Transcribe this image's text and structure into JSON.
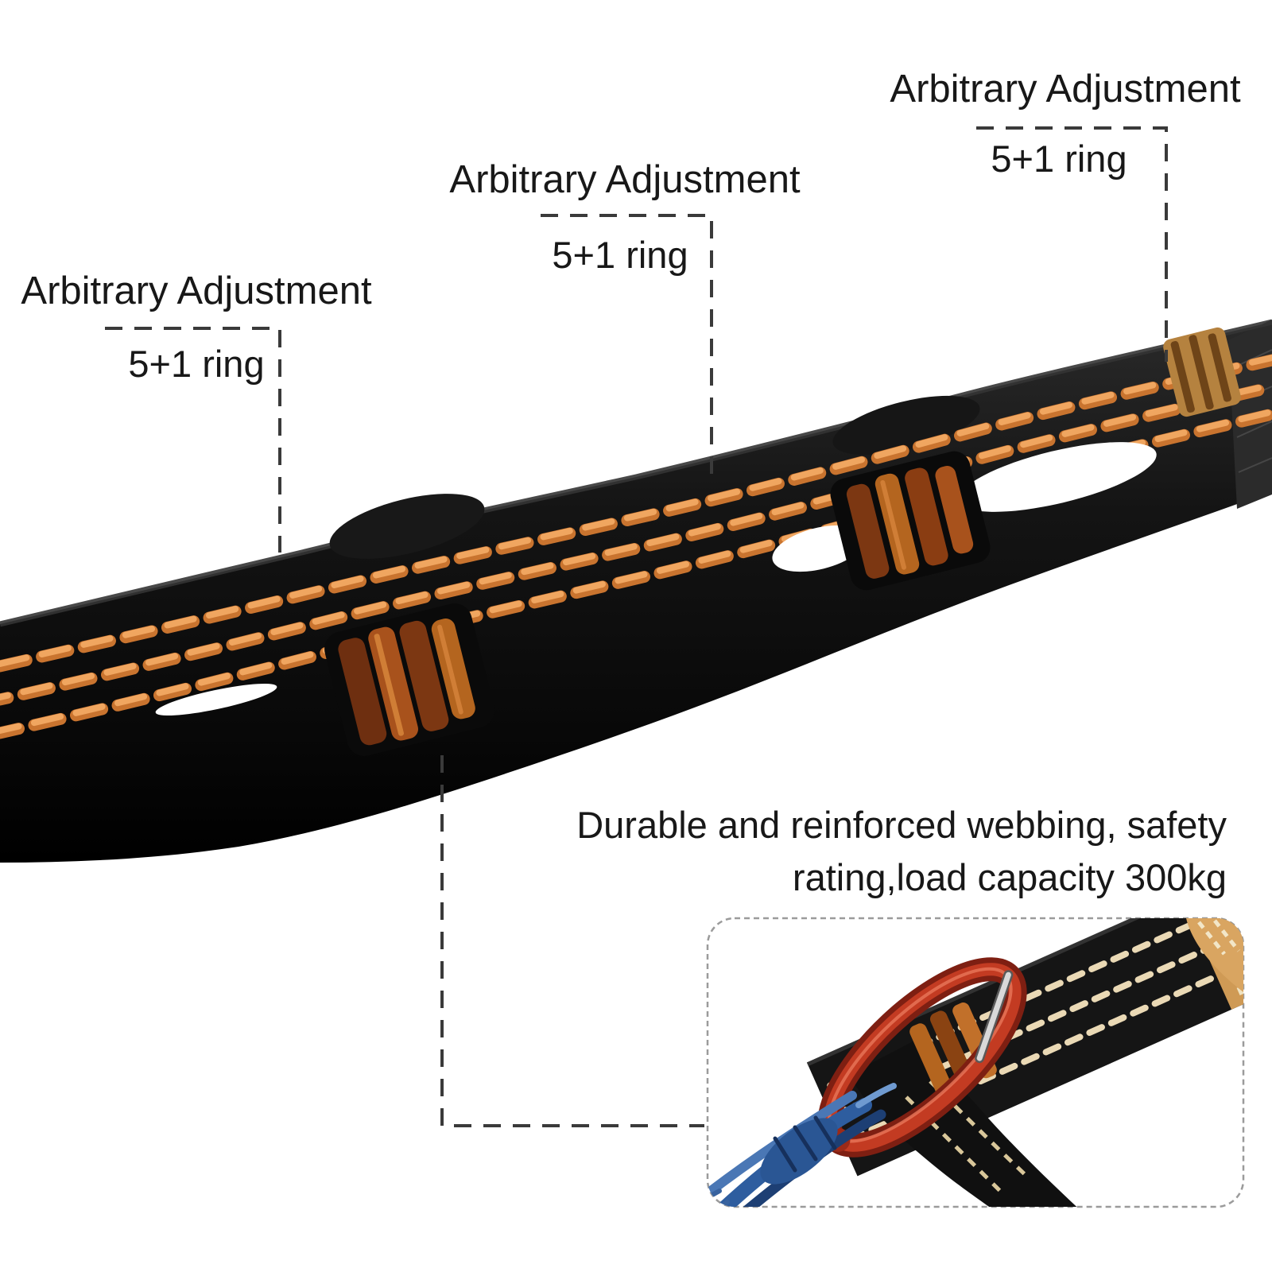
{
  "page": {
    "background_color": "#ffffff"
  },
  "colors": {
    "text": "#181818",
    "leader_line": "#3a3a3a",
    "strap_black": "#121212",
    "stitch_orange": "#df8f45",
    "bartack_copper": "#a8521c",
    "carabiner_red": "#c33b22",
    "rope_blue": "#2e5d9f",
    "inset_border": "#9b9b9b",
    "inset_stitch_cream": "#ead9b5"
  },
  "callouts": {
    "left": {
      "title": "Arbitrary Adjustment",
      "subtitle": "5+1 ring"
    },
    "middle": {
      "title": "Arbitrary Adjustment",
      "subtitle": "5+1 ring"
    },
    "right": {
      "title": "Arbitrary Adjustment",
      "subtitle": "5+1 ring"
    }
  },
  "caption": {
    "line1": "Durable and reinforced webbing, safety",
    "line2": "rating,load capacity 300kg"
  }
}
